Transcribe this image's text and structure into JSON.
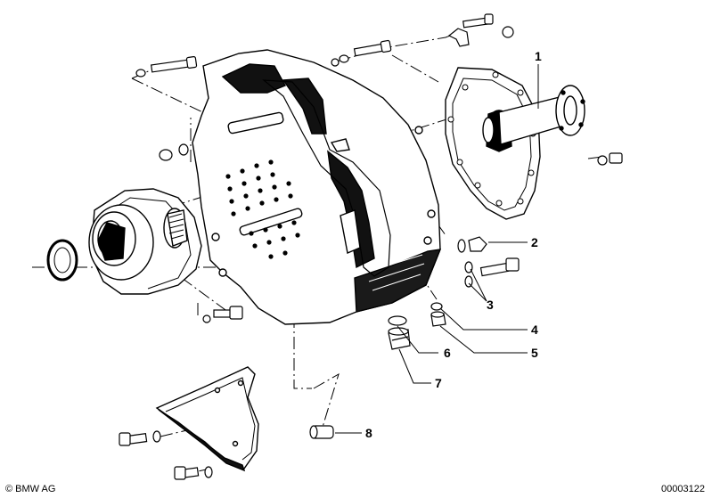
{
  "callouts": [
    "1",
    "2",
    "3",
    "4",
    "5",
    "6",
    "7",
    "8"
  ],
  "footer": {
    "copyright": "© BMW AG",
    "document_number": "00003122"
  },
  "colors": {
    "ink": "#000000",
    "paper": "#ffffff"
  }
}
